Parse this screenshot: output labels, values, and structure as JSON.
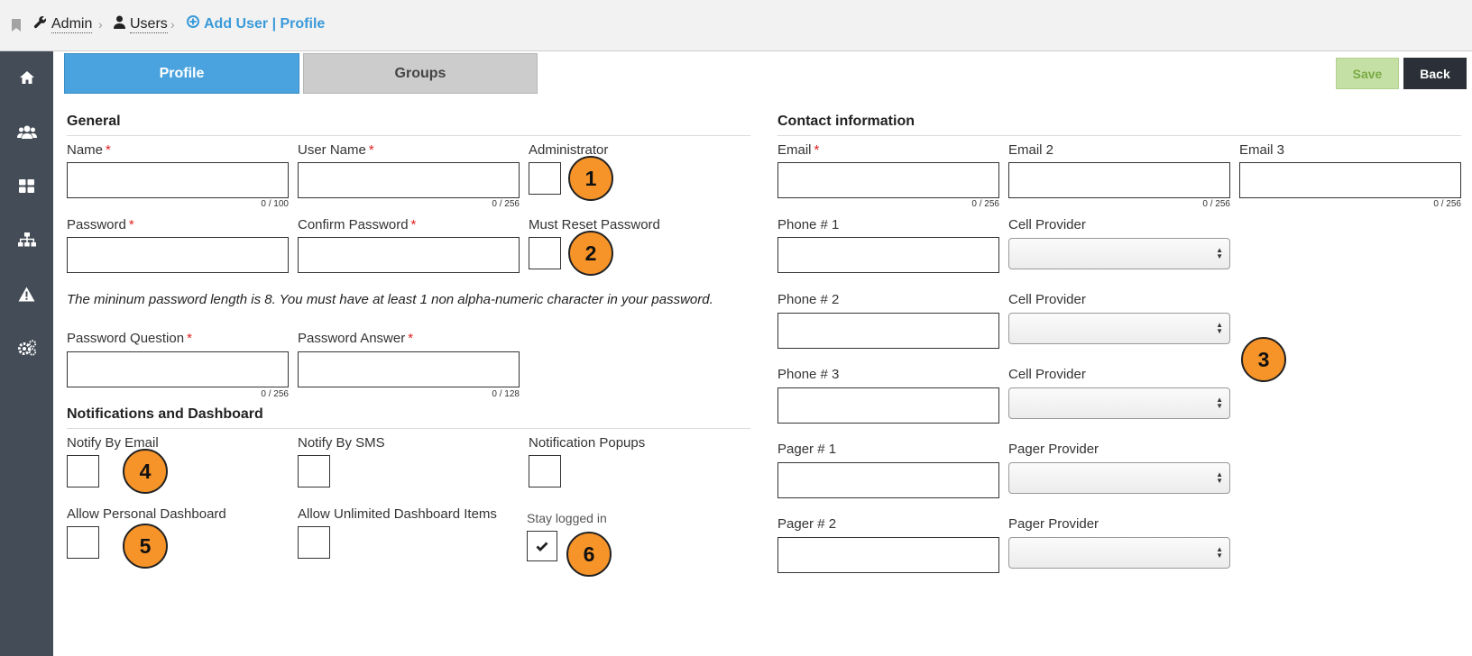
{
  "breadcrumb": {
    "admin": "Admin",
    "users": "Users",
    "current": "Add User | Profile"
  },
  "tabs": {
    "profile": "Profile",
    "groups": "Groups"
  },
  "actions": {
    "save": "Save",
    "back": "Back"
  },
  "sections": {
    "general": "General",
    "notifications": "Notifications and Dashboard",
    "contact": "Contact information"
  },
  "general": {
    "name": {
      "label": "Name",
      "counter": "0 / 100"
    },
    "username": {
      "label": "User Name",
      "counter": "0 / 256"
    },
    "administrator": {
      "label": "Administrator"
    },
    "password": {
      "label": "Password"
    },
    "confirm_password": {
      "label": "Confirm Password"
    },
    "must_reset": {
      "label": "Must Reset Password"
    },
    "password_note": "The mininum password length is 8. You must have at least 1 non alpha-numeric character in your password.",
    "question": {
      "label": "Password Question",
      "counter": "0 / 256"
    },
    "answer": {
      "label": "Password Answer",
      "counter": "0 / 128"
    }
  },
  "notifications": {
    "email": "Notify By Email",
    "sms": "Notify By SMS",
    "popups": "Notification Popups",
    "personal_dashboard": "Allow Personal Dashboard",
    "unlimited_items": "Allow Unlimited Dashboard Items",
    "stay_logged_in": "Stay logged in"
  },
  "contact": {
    "email": {
      "label": "Email",
      "counter": "0 / 256"
    },
    "email2": {
      "label": "Email 2",
      "counter": "0 / 256"
    },
    "email3": {
      "label": "Email 3",
      "counter": "0 / 256"
    },
    "phone1": "Phone # 1",
    "phone2": "Phone # 2",
    "phone3": "Phone # 3",
    "pager1": "Pager # 1",
    "pager2": "Pager # 2",
    "cell_provider": "Cell Provider",
    "pager_provider": "Pager Provider"
  },
  "callouts": [
    "1",
    "2",
    "3",
    "4",
    "5",
    "6"
  ],
  "colors": {
    "accent": "#4aa3df",
    "sidebar": "#444c57",
    "callout": "#f79429",
    "required": "#e02020",
    "save": "#c5e0a5",
    "back": "#2b3038"
  }
}
